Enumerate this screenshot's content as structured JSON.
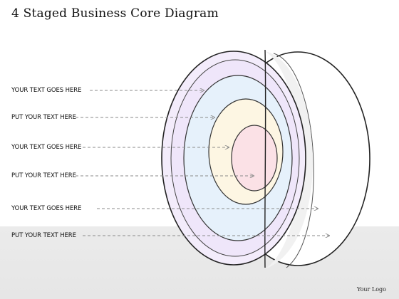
{
  "title": "4 Staged Business Core Diagram",
  "labels": [
    "YOUR TEXT GOES HERE",
    "PUT YOUR TEXT HERE",
    "YOUR TEXT GOES HERE",
    "PUT YOUR TEXT HERE",
    "YOUR TEXT GOES HERE",
    "PUT YOUR TEXT HERE"
  ],
  "logo": "Your Logo",
  "colors": {
    "layer_outer": "#f3ecfb",
    "layer_2": "#e6f1fb",
    "layer_3": "#fdf6e3",
    "layer_core": "#fbe1e6",
    "outline": "#222222",
    "leader": "#8a8a8a"
  }
}
